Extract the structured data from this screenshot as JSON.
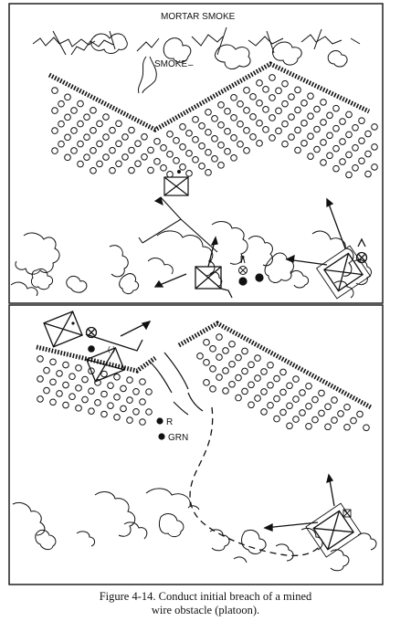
{
  "panel_top": {
    "label_mortar_smoke": "MORTAR SMOKE",
    "label_smoke": "SMOKE",
    "label_dash": "–"
  },
  "panel_bottom": {
    "label_minus": "(-)",
    "label_r": "R",
    "label_grn": "GRN"
  },
  "caption": {
    "line1": "Figure 4-14. Conduct initial breach of a mined",
    "line2": "wire obstacle (platoon)."
  },
  "colors": {
    "ink": "#111111",
    "paper": "#ffffff"
  }
}
